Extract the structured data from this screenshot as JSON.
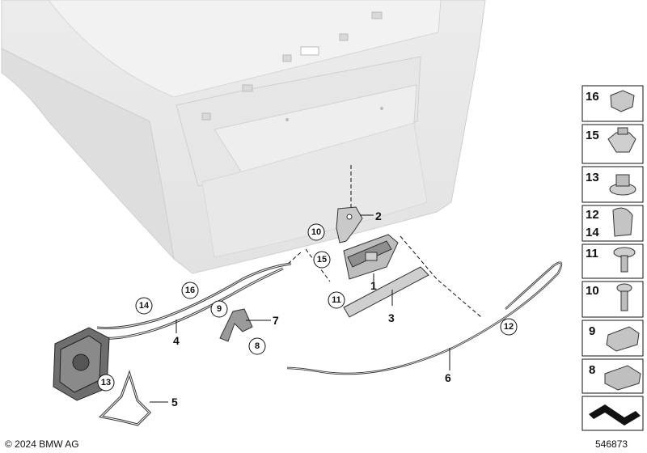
{
  "callouts": {
    "c1": "1",
    "c2": "2",
    "c3": "3",
    "c4": "4",
    "c5": "5",
    "c6": "6",
    "c7": "7",
    "c8": "8",
    "c9": "9",
    "c10": "10",
    "c11": "11",
    "c12": "12",
    "c13": "13",
    "c14": "14",
    "c15": "15",
    "c16": "16"
  },
  "legend": {
    "l16": "16",
    "l15": "15",
    "l13": "13",
    "l12": "12",
    "l14": "14",
    "l11": "11",
    "l10": "10",
    "l9": "9",
    "l8": "8"
  },
  "footer": {
    "copyright": "© 2024 BMW AG",
    "diagram_number": "546873"
  }
}
